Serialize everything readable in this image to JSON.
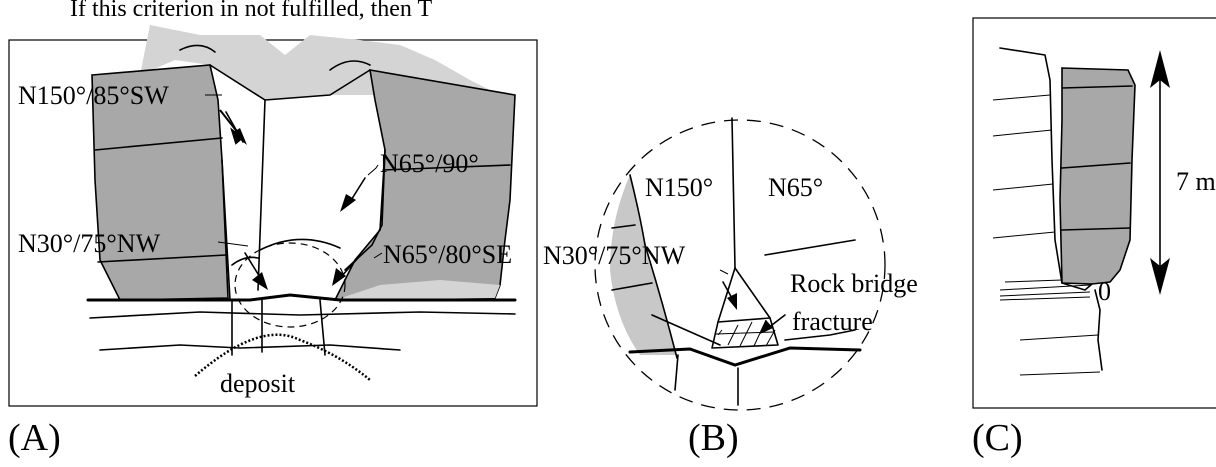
{
  "top_caption": "If this criterion in not fulfilled, then T",
  "panel_a": {
    "panel_label": "(A)",
    "labels": {
      "joint_1": "N150°/85°SW",
      "joint_2": "N65°/90°",
      "joint_3": "N30°/75°NW",
      "joint_4": "N65°/80°SE",
      "deposit": "deposit"
    }
  },
  "panel_b": {
    "panel_label": "(B)",
    "labels": {
      "set_1": "N150°",
      "set_2": "N65°",
      "joint_3": "N30°/75°NW",
      "rock_bridge_line1": "Rock bridge",
      "rock_bridge_line2": "fracture"
    }
  },
  "panel_c": {
    "panel_label": "(C)",
    "height_label": "7 m",
    "zero_label": "0"
  },
  "colors": {
    "rock_face": "#a8a8a8",
    "sky_rock": "#d4d4d4",
    "line": "#000000",
    "background": "#ffffff"
  }
}
